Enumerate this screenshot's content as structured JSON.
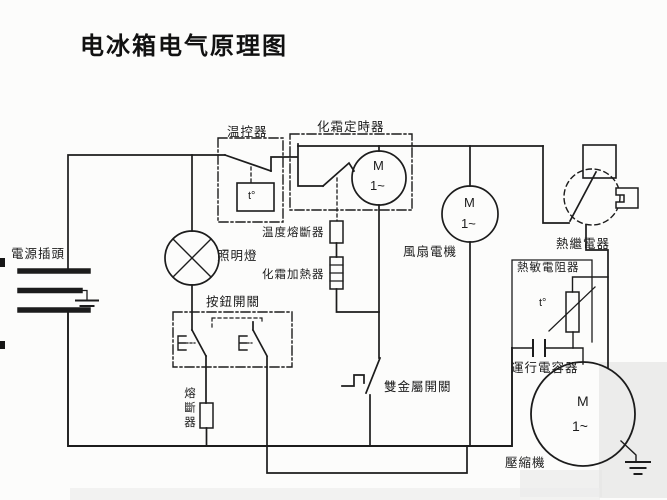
{
  "title": "电冰箱电气原理图",
  "colors": {
    "ink": "#1c1c1c",
    "paper": "#fcfcfb",
    "shade": "#dedede"
  },
  "components": {
    "power_plug": {
      "label": "電源插頭"
    },
    "thermostat": {
      "label": "温控器",
      "sensor": "t°"
    },
    "defrost_timer": {
      "label": "化霜定時器",
      "motor": "M",
      "phase": "1~"
    },
    "thermal_fuse": {
      "label": "温度熔斷器"
    },
    "defrost_heater": {
      "label": "化霜加熱器"
    },
    "lamp": {
      "label": "照明燈"
    },
    "button_switch": {
      "label": "按鈕開關"
    },
    "fuse": {
      "label": "熔斷器"
    },
    "bimetal_switch": {
      "label": "雙金屬開關"
    },
    "fan_motor": {
      "label": "風扇電機",
      "motor": "M",
      "phase": "1~"
    },
    "thermal_relay": {
      "label": "熱繼電器"
    },
    "thermistor": {
      "label": "熱敏電阻器",
      "sensor": "t°"
    },
    "run_capacitor": {
      "label": "運行電容器"
    },
    "compressor": {
      "label": "壓縮機",
      "motor": "M",
      "phase": "1~"
    }
  }
}
